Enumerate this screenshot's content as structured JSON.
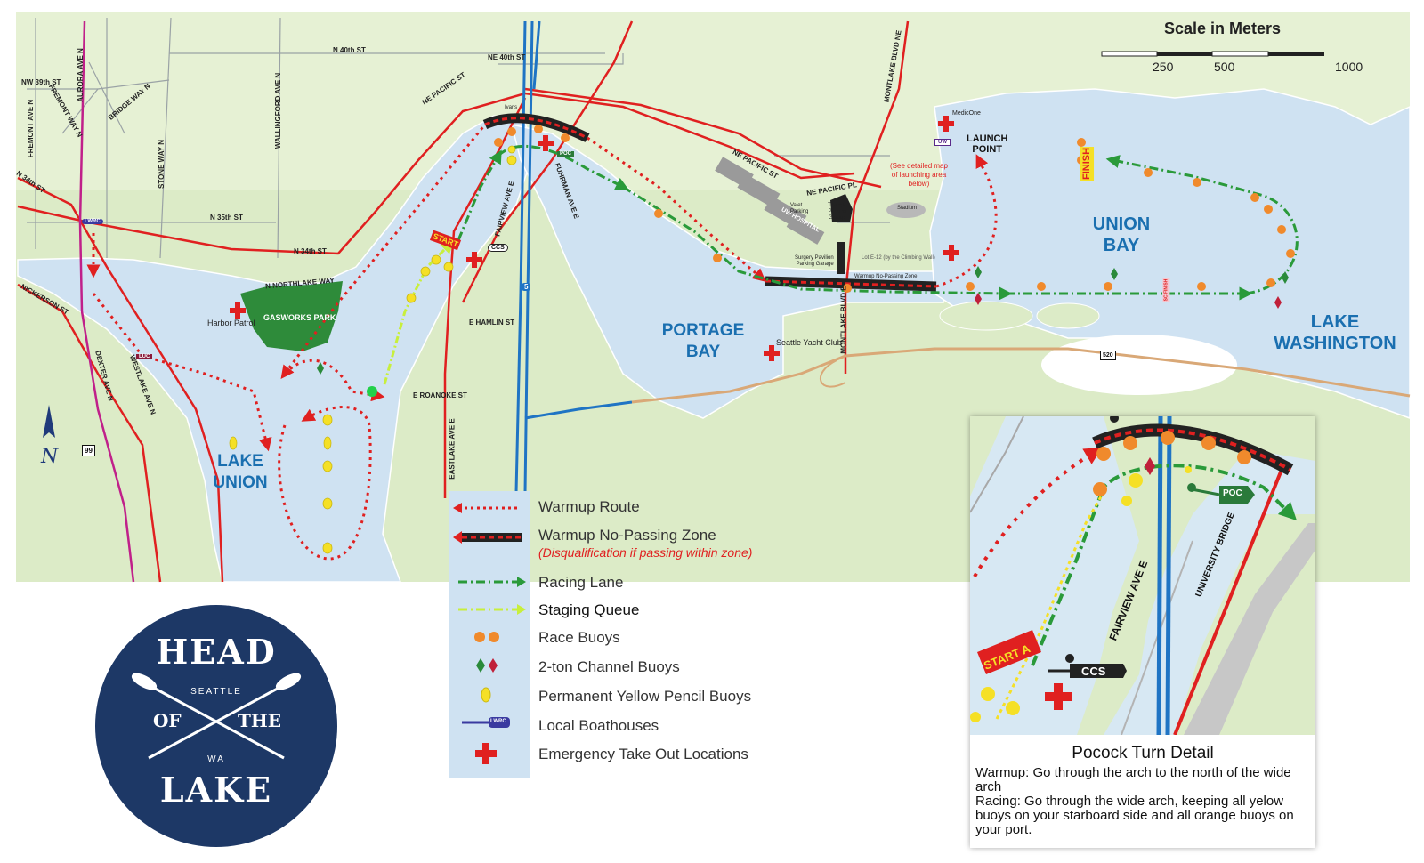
{
  "scale": {
    "title": "Scale in Meters",
    "ticks": [
      "250",
      "500",
      "1000"
    ]
  },
  "water_labels": {
    "lake_union": "LAKE\nUNION",
    "portage_bay": "PORTAGE\nBAY",
    "union_bay": "UNION\nBAY",
    "lake_washington": "LAKE\nWASHINGTON"
  },
  "places": {
    "gasworks_park": "GASWORKS PARK",
    "harbor_patrol": "Harbor Patrol",
    "seattle_yacht_club": "Seattle Yacht Club",
    "launch_point": "LAUNCH\nPOINT",
    "medicone": "MedicOne",
    "detailed_map_note": "(See detailed map\nof launching area\nbelow)",
    "stadium": "Stadium",
    "lot_e12": "Lot E-12 (by the Climbing Wall)",
    "uw_hospital": "UW HOSPITAL",
    "valet_parking": "Valet\nParking",
    "surgery_pavilion": "Surgery Pavilion\nParking Garage",
    "triangle_parking": "Triangle\nParking\nGarage",
    "warmup_no_passing_zone": "Warmup No-Passing Zone",
    "ivars": "Ivar's",
    "start": "START",
    "finish": "FINISH",
    "sc_finish": "SC FINISH",
    "ccs": "CCS",
    "poc": "POC",
    "lwrc": "LWRC",
    "luc": "LUC",
    "uw": "UW",
    "i5": "5",
    "sr520": "520",
    "sr99": "99"
  },
  "streets": {
    "nw39": "NW 39th ST",
    "n40": "N 40th ST",
    "ne40": "NE 40th ST",
    "n35": "N 35th ST",
    "n34": "N 34th ST",
    "n34b": "N 34th ST",
    "aurora": "AURORA AVE N",
    "fremont_ave": "FREMONT AVE N",
    "fremont_way": "FREMONT WAY N",
    "bridge_way": "BRIDGE WAY N",
    "stone_way": "STONE WAY N",
    "wallingford": "WALLINGFORD AVE N",
    "ne_pacific_st": "NE PACIFIC ST",
    "ne_pacific_st2": "NE PACIFIC ST",
    "ne_pacific_pl": "NE PACIFIC PL",
    "montlake_ne": "MONTLAKE BLVD NE",
    "montlake_e": "MONTLAKE BLVD E",
    "n_northlake": "N NORTHLAKE WAY",
    "nickerson": "NICKERSON ST",
    "dexter": "DEXTER AVE N",
    "westlake": "WESTLAKE AVE N",
    "fairview": "FAIRVIEW AVE E",
    "fuhrman": "FUHRMAN AVE E",
    "e_hamlin": "E HAMLIN ST",
    "e_roanoke": "E ROANOKE ST",
    "eastlake": "EASTLAKE AVE E"
  },
  "legend": {
    "items": [
      {
        "label": "Warmup Route",
        "symbol": "warmup-route"
      },
      {
        "label": "Warmup No-Passing Zone",
        "sub": "(Disqualification if passing within zone)",
        "symbol": "no-passing"
      },
      {
        "label": "Racing Lane",
        "symbol": "racing-lane"
      },
      {
        "label": "Staging Queue",
        "symbol": "staging-queue"
      },
      {
        "label": "Race Buoys",
        "symbol": "race-buoys"
      },
      {
        "label": "2-ton Channel Buoys",
        "symbol": "channel-buoys"
      },
      {
        "label": "Permanent Yellow Pencil Buoys",
        "symbol": "pencil-buoys"
      },
      {
        "label": "Local Boathouses",
        "symbol": "boathouse",
        "badge": "LWRC"
      },
      {
        "label": "Emergency Take Out Locations",
        "symbol": "emergency"
      }
    ]
  },
  "logo": {
    "top": "HEAD",
    "of": "OF",
    "the": "THE",
    "bottom": "LAKE",
    "city": "SEATTLE",
    "state": "WA"
  },
  "inset": {
    "title": "Pocock Turn Detail",
    "warmup_label": "Warmup:",
    "warmup_text": "Go through the arch to the north of the wide arch",
    "racing_label": "Racing:",
    "racing_text": "Go through the wide arch, keeping all yelow buoys on your starboard side and all orange buoys on your port.",
    "start_a": "START A",
    "ccs": "CCS",
    "poc": "POC",
    "fairview": "FAIRVIEW AVE E",
    "university_bridge": "UNIVERSITY BRIDGE"
  },
  "colors": {
    "water": "#cfe2f2",
    "land": "#dcebc7",
    "road": "#e02020",
    "warmup": "#e02020",
    "racing": "#2a9a3a",
    "staging": "#c8ef3c",
    "race_buoy": "#f08a2c",
    "pencil_buoy": "#f5e026",
    "highway": "#1f74c4",
    "park": "#2e8b3a",
    "logo": "#1d3866"
  }
}
